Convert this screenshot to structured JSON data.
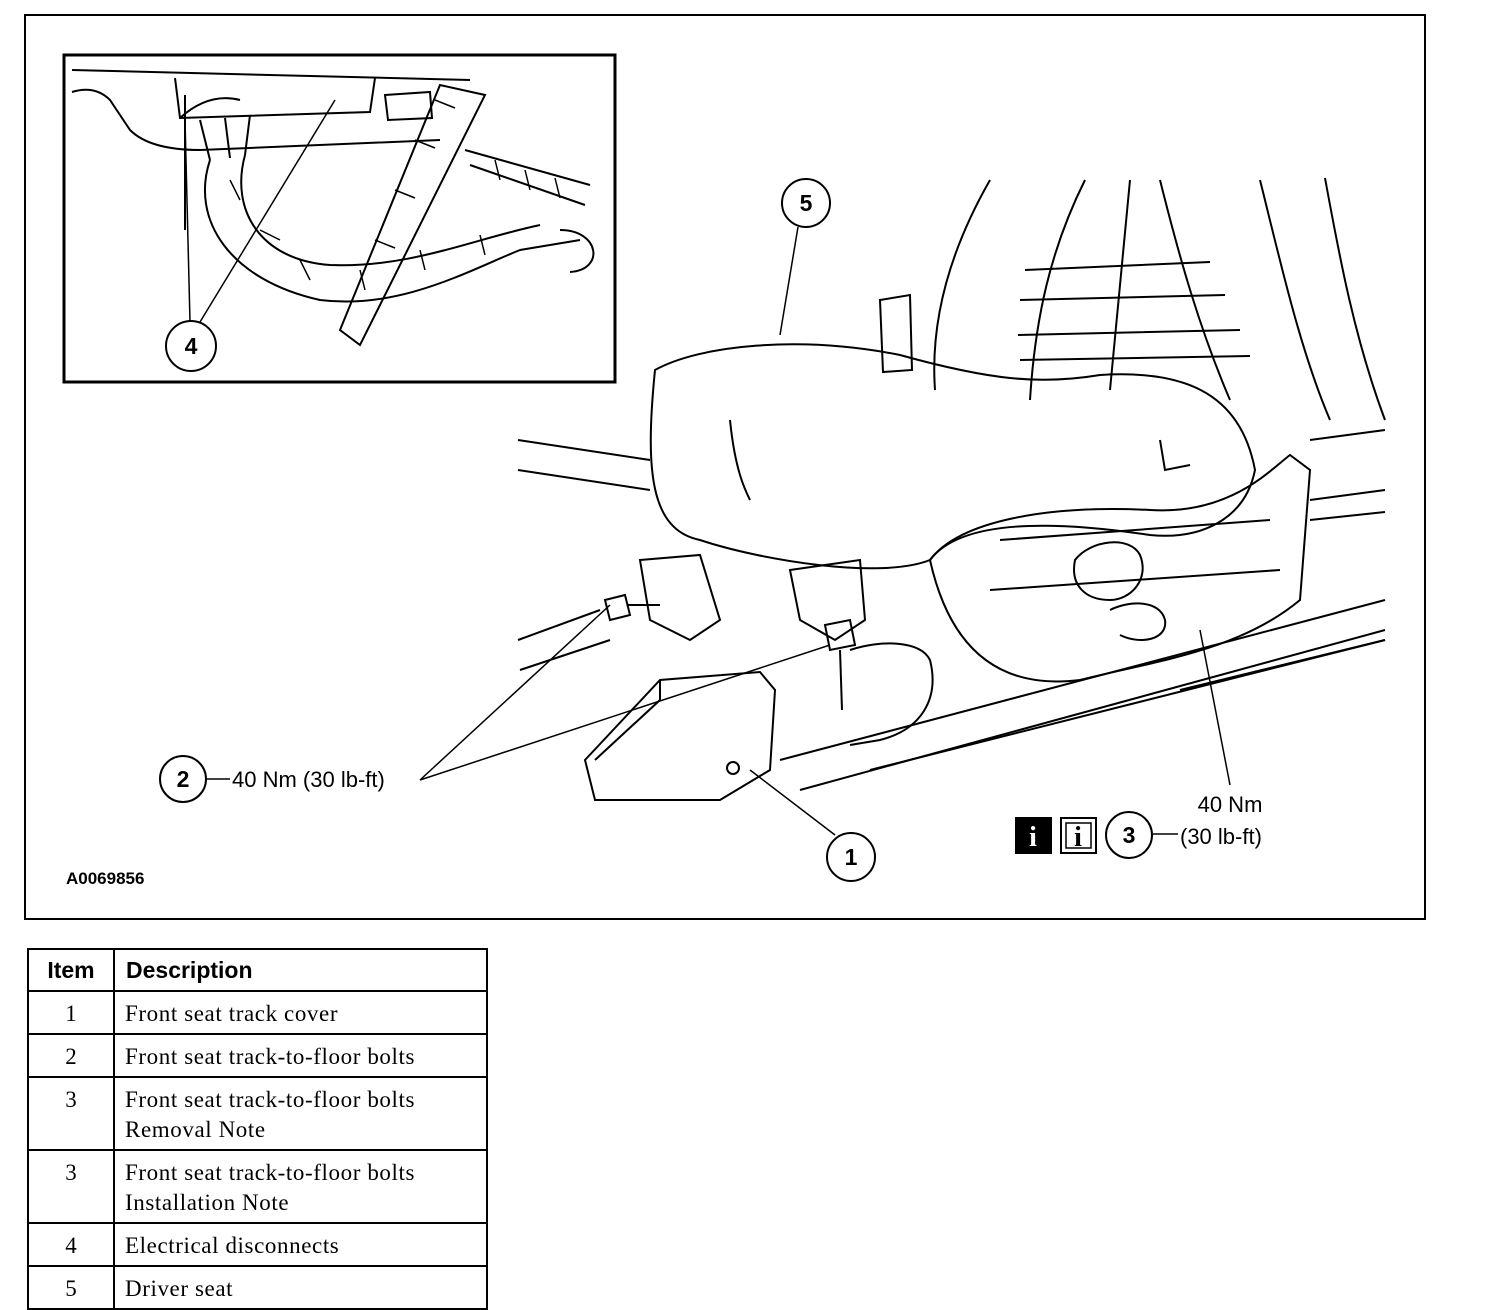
{
  "figure": {
    "figure_id": "A0069856",
    "callouts": {
      "c1": "1",
      "c2": "2",
      "c3": "3",
      "c4": "4",
      "c5": "5"
    },
    "torque_2": "40 Nm (30 lb-ft)",
    "torque_3_line1": "40 Nm",
    "torque_3_line2": "(30 lb-ft)",
    "info_icon_glyph": "i",
    "info_icons": [
      "info-icon-filled",
      "info-icon-outline"
    ]
  },
  "legend": {
    "headers": {
      "item": "Item",
      "description": "Description"
    },
    "rows": [
      {
        "item": "1",
        "description": [
          "Front seat track cover"
        ]
      },
      {
        "item": "2",
        "description": [
          "Front seat track-to-floor bolts"
        ]
      },
      {
        "item": "3",
        "description": [
          "Front seat track-to-floor bolts",
          "Removal Note"
        ]
      },
      {
        "item": "3",
        "description": [
          "Front seat track-to-floor bolts",
          "Installation Note"
        ]
      },
      {
        "item": "4",
        "description": [
          "Electrical disconnects"
        ]
      },
      {
        "item": "5",
        "description": [
          "Driver seat"
        ]
      }
    ]
  }
}
